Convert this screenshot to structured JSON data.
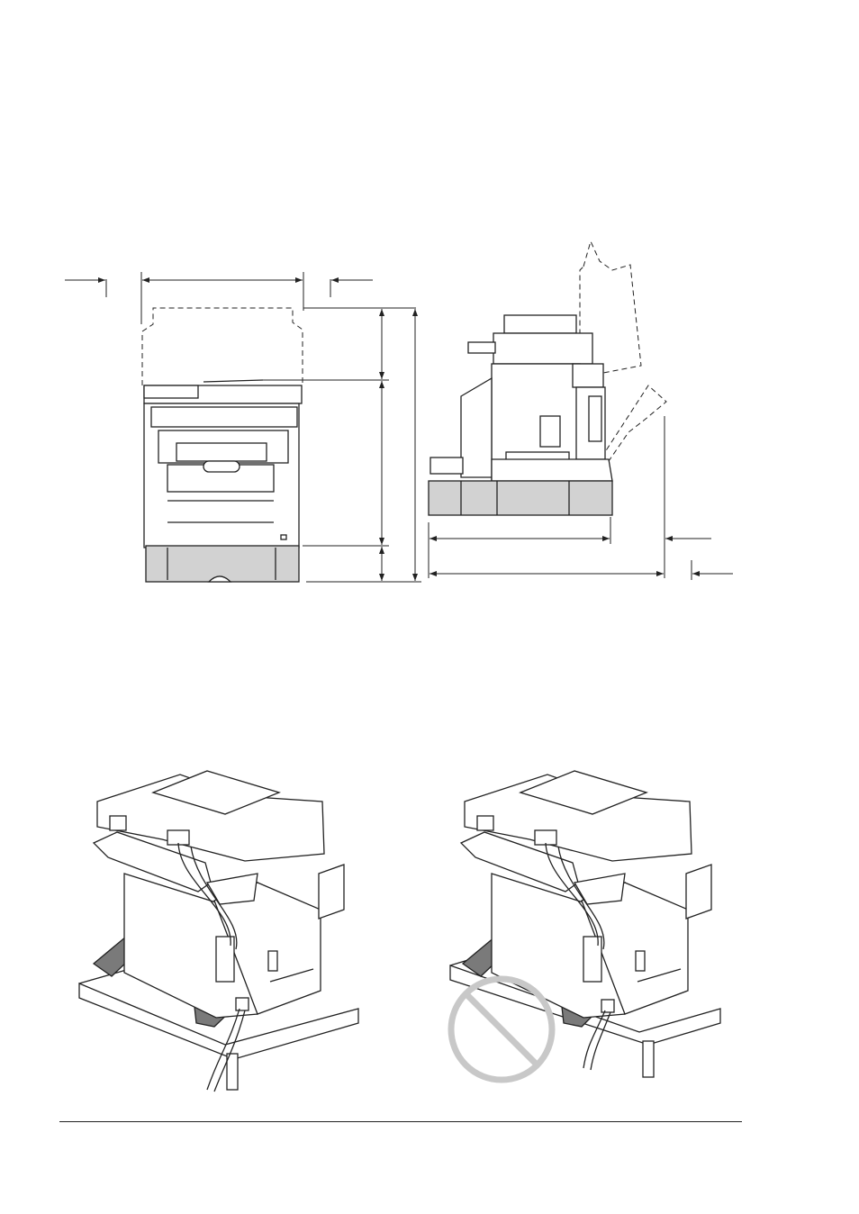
{
  "figures": [
    {
      "id": "dimensions-front",
      "icon": "printer-front-view-drawing"
    },
    {
      "id": "dimensions-side",
      "icon": "printer-side-view-drawing"
    },
    {
      "id": "correct-placement",
      "icon": "printer-rear-on-table-drawing"
    },
    {
      "id": "incorrect-placement",
      "icon": "printer-rear-overhanging-drawing",
      "mark": "prohibited-circle-icon"
    }
  ],
  "colors": {
    "line": "#222222",
    "tray": "#d2d2d2",
    "prohibited": "#c8c8c8"
  }
}
